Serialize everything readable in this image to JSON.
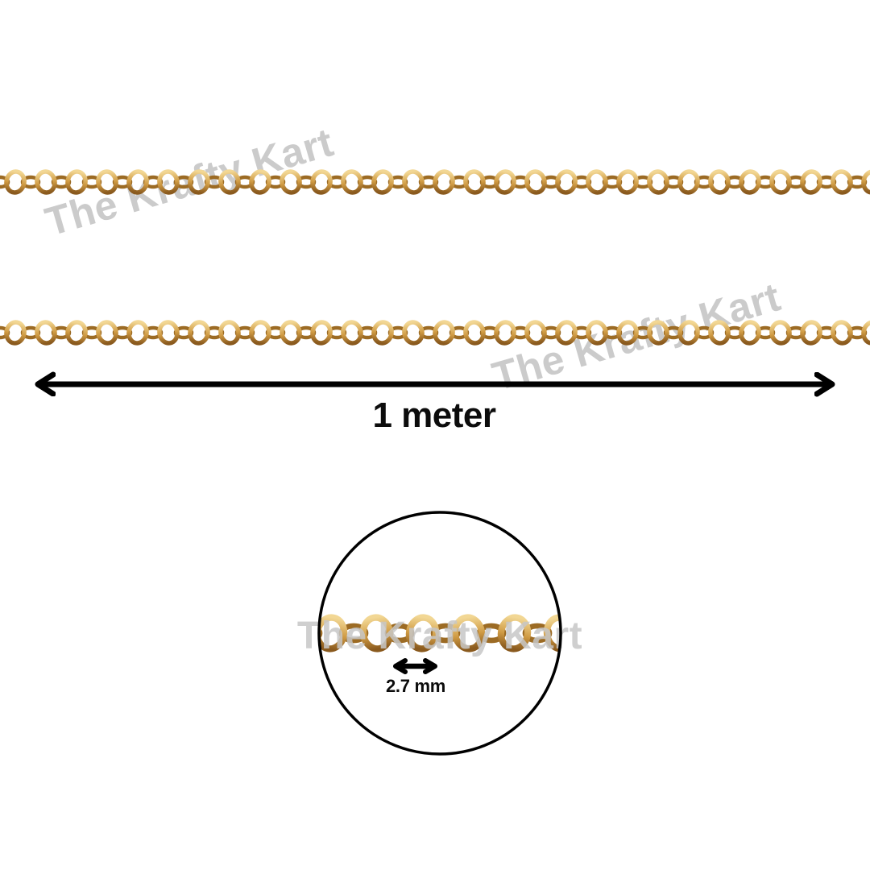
{
  "brand_watermark": {
    "text": "The Krafty Kart",
    "color": "#cbcbcb"
  },
  "measurements": {
    "chain_length_label": "1 meter",
    "link_width_label": "2.7 mm"
  },
  "colors": {
    "background": "#ffffff",
    "gold_light": "#f2d794",
    "gold_mid": "#cf9a43",
    "gold_dark": "#8a5a1e",
    "gold_edge": "#9c6b24",
    "annotation": "#000000",
    "watermark": "#cbcbcb"
  }
}
